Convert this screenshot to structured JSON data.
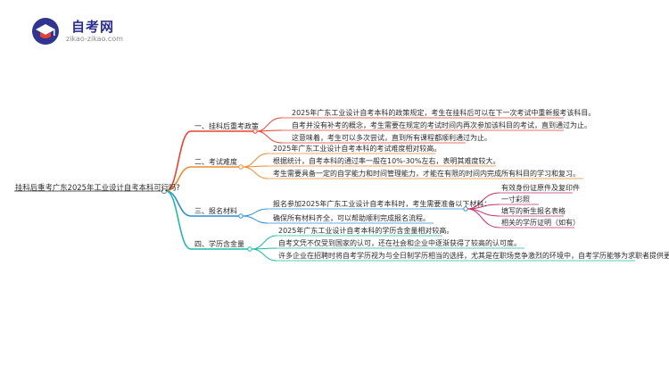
{
  "logo": {
    "title": "自考网",
    "subtitle": "zikao-zikao.com",
    "icon": "graduation-cap-icon"
  },
  "root": "挂科后重考广东2025年工业设计自考本科可行吗?",
  "branches": [
    {
      "label": "一、挂科后重考政策",
      "color": "#e8422f",
      "leaves": [
        "2025年广东工业设计自考本科的政策规定，考生在挂科后可以在下一次考试中重新报考该科目。",
        "自考并没有补考的概念，考生需要在规定的考试时间内再次参加该科目的考试，直到通过为止。",
        "这意味着，考生可以多次尝试，直到所有课程都顺利通过为止。"
      ]
    },
    {
      "label": "二、考试难度",
      "color": "#ee8a2f",
      "leaves": [
        "2025年广东工业设计自考本科的考试难度相对较高。",
        "根据统计，自考本科的通过率一般在10%-30%左右，表明其难度较大。",
        "考生需要具备一定的自学能力和时间管理能力，才能在有限的时间内完成所有科目的学习和复习。"
      ]
    },
    {
      "label": "三、报名材料",
      "color": "#2a8fd6",
      "leaves": [
        "报名参加2025年广东工业设计自考本科时，考生需要准备以下材料：",
        "确保所有材料齐全，可以帮助顺利完成报名流程。"
      ],
      "sub_leaves": [
        "有效身份证原件及复印件",
        "一寸彩照",
        "填写的新生报名表格",
        "相关的学历证明（如有）"
      ]
    },
    {
      "label": "四、学历含金量",
      "color": "#21b8a8",
      "leaves": [
        "2025年广东工业设计自考本科的学历含金量相对较高。",
        "自考文凭不仅受到国家的认可，还在社会和企业中逐渐获得了较高的认可度。",
        "许多企业在招聘时将自考学历视为与全日制学历相当的选择，尤其是在职场竞争激烈的环境中，自考学历能够为求职者提供更多机会。"
      ]
    }
  ]
}
